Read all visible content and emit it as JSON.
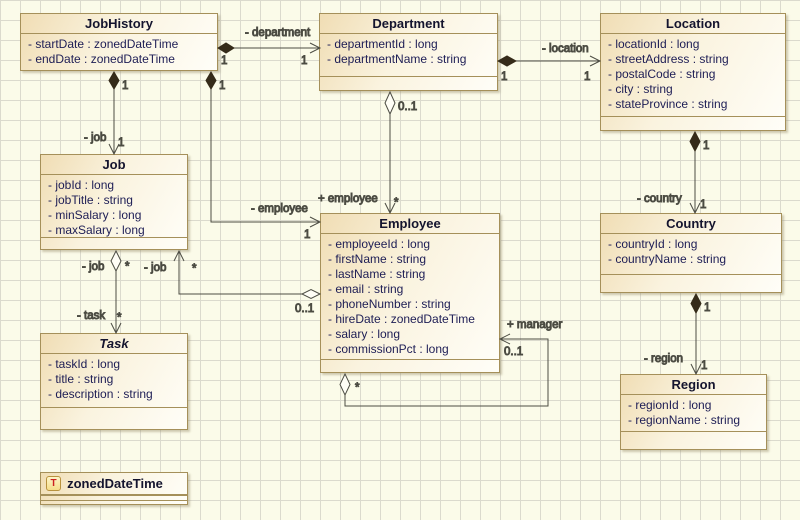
{
  "diagram": {
    "background": "#fbfbe9",
    "grid_color": "#dbdacd",
    "box_border_color": "#a5905a",
    "box_fill_from": "#f0ddb4",
    "box_fill_to": "#fffef8",
    "attr_text_color": "#1d1d55",
    "line_color": "#4c4c43",
    "diamond_fill_color": "#352b19"
  },
  "classes": {
    "jobhistory": {
      "title": "JobHistory",
      "attrs": [
        "- startDate : zonedDateTime",
        "- endDate : zonedDateTime"
      ]
    },
    "department": {
      "title": "Department",
      "attrs": [
        "- departmentId : long",
        "- departmentName : string"
      ]
    },
    "location": {
      "title": "Location",
      "attrs": [
        "- locationId : long",
        "- streetAddress : string",
        "- postalCode : string",
        "- city : string",
        "- stateProvince : string"
      ]
    },
    "job": {
      "title": "Job",
      "attrs": [
        "- jobId : long",
        "- jobTitle : string",
        "- minSalary : long",
        "- maxSalary : long"
      ]
    },
    "employee": {
      "title": "Employee",
      "attrs": [
        "- employeeId : long",
        "- firstName : string",
        "- lastName : string",
        "- email : string",
        "- phoneNumber : string",
        "- hireDate : zonedDateTime",
        "- salary : long",
        "- commissionPct : long"
      ]
    },
    "country": {
      "title": "Country",
      "attrs": [
        "- countryId : long",
        "- countryName : string"
      ]
    },
    "region": {
      "title": "Region",
      "attrs": [
        "- regionId : long",
        "- regionName : string"
      ]
    },
    "task": {
      "title": "Task",
      "attrs": [
        "- taskId : long",
        "- title : string",
        "- description : string"
      ]
    },
    "zoneddatetime": {
      "title": "zonedDateTime",
      "icon": "T"
    }
  },
  "relations": {
    "jobhistory_department": {
      "label": "- department",
      "source_mult": "1",
      "target_mult": "1"
    },
    "jobhistory_job": {
      "label": "- job",
      "source_mult": "1",
      "target_mult": "1"
    },
    "jobhistory_employee": {
      "label": "- employee",
      "source_mult": "1",
      "target_mult": "1"
    },
    "department_location": {
      "label": "- location",
      "source_mult": "1",
      "target_mult": "1"
    },
    "department_employee": {
      "label": "+ employee",
      "source_mult": "0..1",
      "target_mult": "*"
    },
    "location_country": {
      "label": "- country",
      "source_mult": "1",
      "target_mult": "1"
    },
    "country_region": {
      "label": "- region",
      "source_mult": "1",
      "target_mult": "1"
    },
    "job_task": {
      "source_label": "- job",
      "source_mult": "*",
      "target_label": "- task",
      "target_mult": "*"
    },
    "employee_job": {
      "source_mult": "0..1",
      "target_label": "- job",
      "target_mult": "*"
    },
    "employee_manager": {
      "label": "+ manager",
      "source_mult": "*",
      "target_mult": "0..1"
    }
  }
}
